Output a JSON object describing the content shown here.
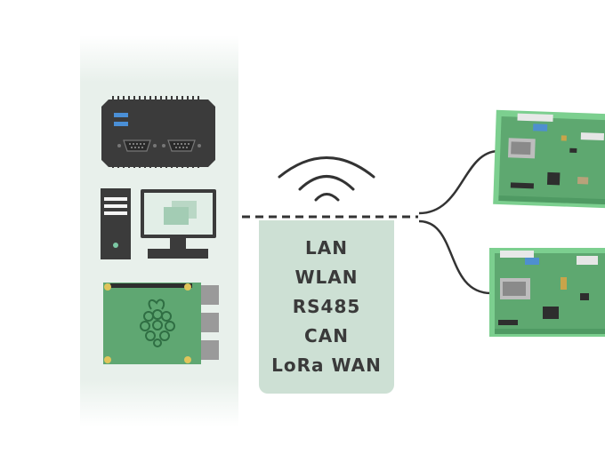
{
  "protocols": [
    "LAN",
    "WLAN",
    "RS485",
    "CAN",
    "LoRa WAN"
  ],
  "icons": {
    "industrial_pc": "industrial-pc-icon",
    "desktop_pc": "desktop-computer-icon",
    "raspberry_pi": "raspberry-pi-board-icon",
    "wireless": "wireless-signal-icon",
    "module": "io-module-board-icon"
  },
  "colors": {
    "panel": "#e8f0eb",
    "protocol_box": "#cde0d4",
    "text": "#3a3a3a",
    "line": "#333333",
    "pcb_green": "#6fbf7f",
    "pi_green": "#5fa772"
  }
}
